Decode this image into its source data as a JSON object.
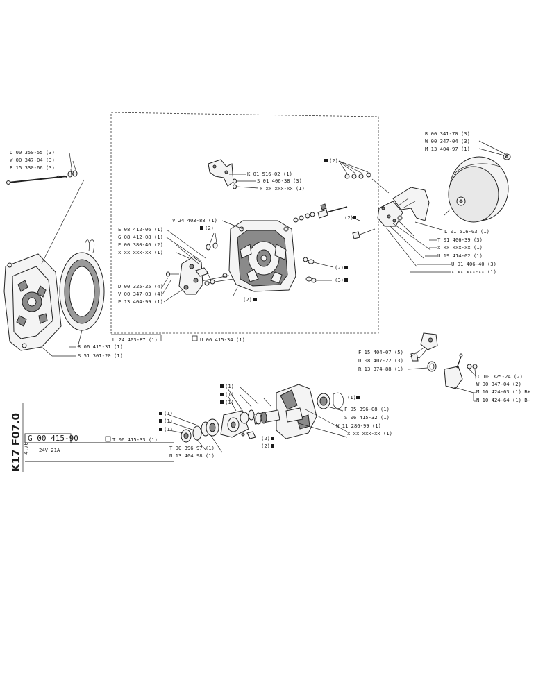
{
  "sheet": {
    "code_vertical": "K17 F07.0",
    "group_number": "G 00 415-90",
    "group_ref": "T 06 415-33 (1)",
    "version": "4.76",
    "description": "24V 21A",
    "frame_ref_1": "U 24 403-87 (1)",
    "frame_ref_2": "U 06 415-34 (1)"
  },
  "labels": {
    "d00350": "D 00 350-55 (3)",
    "w00347_04_3": "W 00 347-04 (3)",
    "b15330": "B 15 330-66 (3)",
    "k01516": "K 01 516-02 (1)",
    "s01406": "S 01 406-38 (3)",
    "xx_k": "x xx xxx-xx (1)",
    "r00341": "R 00 341-70 (3)",
    "w00347_04_3b": "W 00 347-04 (3)",
    "m13404": "M 13 404-97 (1)",
    "sq2_top": "(2)",
    "v24403": "V 24 403-88 (1)",
    "sq2_v": "(2)",
    "e08412": "E 08 412-06 (1)",
    "g08412": "G 08 412-08 (1)",
    "e00380": "E 00 380-46 (2)",
    "xx_e": "x xx xxx-xx (1)",
    "d00325_4": "D 00 325-25 (4)",
    "v00347": "V 00 347-03 (4)",
    "p13404": "P 13 404-99 (1)",
    "sq2_mid": "(2)",
    "sq2_right": "(2)",
    "sq3_right": "(3)",
    "sq2_bottom": "(2)",
    "l01516": "L 01 516-03 (1)",
    "t01406": "T 01 406-39 (3)",
    "xx_t": "x xx xxx-xx (1)",
    "u19414": "U 19 414-02 (1)",
    "u01406": "U 01 406-40 (3)",
    "xx_u": "x xx xxx-xx (1)",
    "r06415": "R 06 415-31 (1)",
    "s51301": "S 51 301-20 (1)",
    "f15404": "F 15 404-07 (5)",
    "d08407": "D 08 407-22 (3)",
    "r13374": "R 13 374-88 (1)",
    "c00325": "C 00 325-24 (2)",
    "w00347_04_2": "W 00 347-04 (2)",
    "m10424": "M 10 424-63 (1) B+",
    "n10424": "N 10 424-64 (1) B-",
    "rot1": "(1)",
    "rot2": "(1)",
    "rot3": "(1)",
    "rot_ring": "(1)",
    "f05396": "F 05 396-08 (1)",
    "s06415": "S 06 415-32 (1)",
    "w11286": "W 11 286-99 (1)",
    "xx_w": "x xx xxx-xx (1)",
    "br1": "(1)",
    "br2": "(1)",
    "br3": "(1)",
    "sq2_br1": "(2)",
    "sq2_br2": "(2)",
    "t00396": "T 00 396 97 (1)",
    "n13404": "N 13 404 98 (1)"
  }
}
